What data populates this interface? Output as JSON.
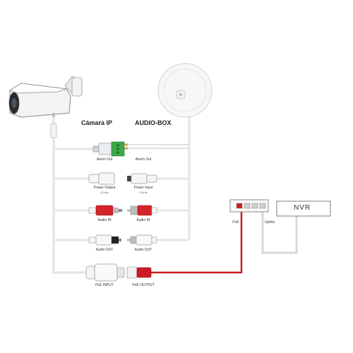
{
  "headers": {
    "camera": "Cámara IP",
    "audiobox": "AUDIO-BOX"
  },
  "connectors": {
    "alarm_out_left": "Alarm Out",
    "alarm_out_right": "Alarm Out",
    "power_output": "Power Output",
    "power_output_spec": "12Vdc",
    "power_input": "Power Input",
    "power_input_spec": "12Vdc",
    "audio_in_left": "Audio IN",
    "audio_in_right": "Audio IN",
    "audio_out_left": "Audio OUT",
    "audio_out_right": "Audio OUT",
    "poe_input": "PoE INPUT",
    "poe_output": "PoE OUTPUT"
  },
  "switch": {
    "poe_label": "PoE",
    "uplink_label": "Uplink"
  },
  "nvr": {
    "label": "NVR"
  },
  "colors": {
    "cable": "#e6e6e6",
    "poe_cable": "#cc1b22",
    "rca_red": "#d4242a",
    "terminal_green": "#3aa84a",
    "outline": "#8a8a8a"
  }
}
